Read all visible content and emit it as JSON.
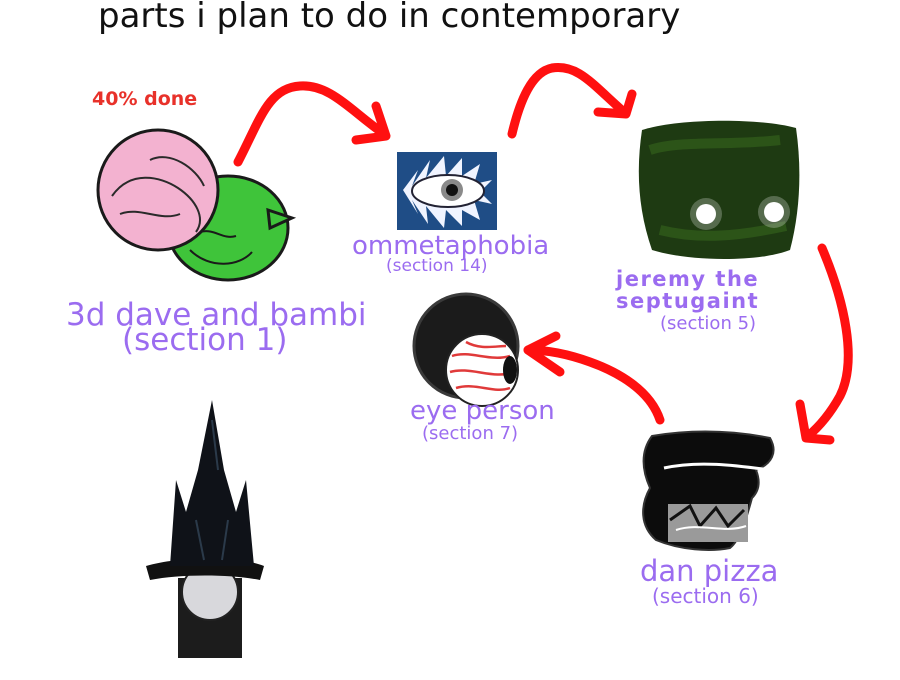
{
  "title": "parts i plan to do in contemporary",
  "progress_note": "40% done",
  "characters": {
    "dave_bambi": {
      "name": "3d dave and bambi",
      "section": "(section 1)"
    },
    "ommetaphobia": {
      "name": "ommetaphobia",
      "section": "(section 14)"
    },
    "jeremy": {
      "name_line1": "jeremy the",
      "name_line2": "septugaint",
      "section": "(section 5)"
    },
    "eye_person": {
      "name": "eye person",
      "section": "(section 7)"
    },
    "dan_pizza": {
      "name": "dan pizza",
      "section": "(section 6)"
    }
  },
  "colors": {
    "label": "#9b6cf0",
    "arrow": "#ff0000",
    "progress": "#e8312a"
  }
}
